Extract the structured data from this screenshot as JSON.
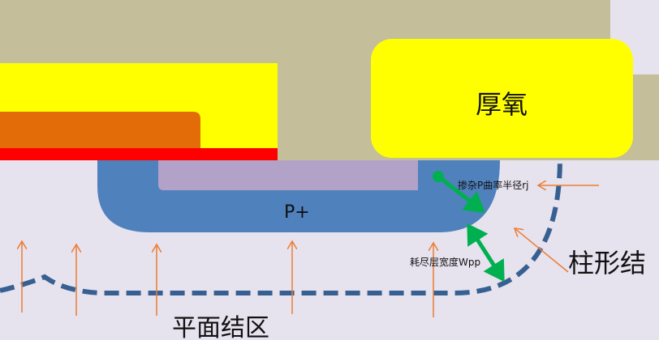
{
  "labels": {
    "thick_oxide": "厚氧",
    "p_plus": "P+",
    "doping_radius": "掺杂P曲率半径rj",
    "depletion_width": "耗尽层宽度Wpp",
    "cylindrical_junction": "柱形结",
    "planar_junction_region": "平面结区"
  },
  "colors": {
    "background": "#e6e2ee",
    "oxide": "#c5be9b",
    "yellow": "#ffff00",
    "orange_layer": "#e36c09",
    "red_layer": "#ff0000",
    "p_plus": "#4f81bd",
    "purple": "#b3a2c7",
    "depletion_edge": "#376092",
    "green_arrow": "#00b050",
    "field_arrow": "#ed7d31"
  }
}
